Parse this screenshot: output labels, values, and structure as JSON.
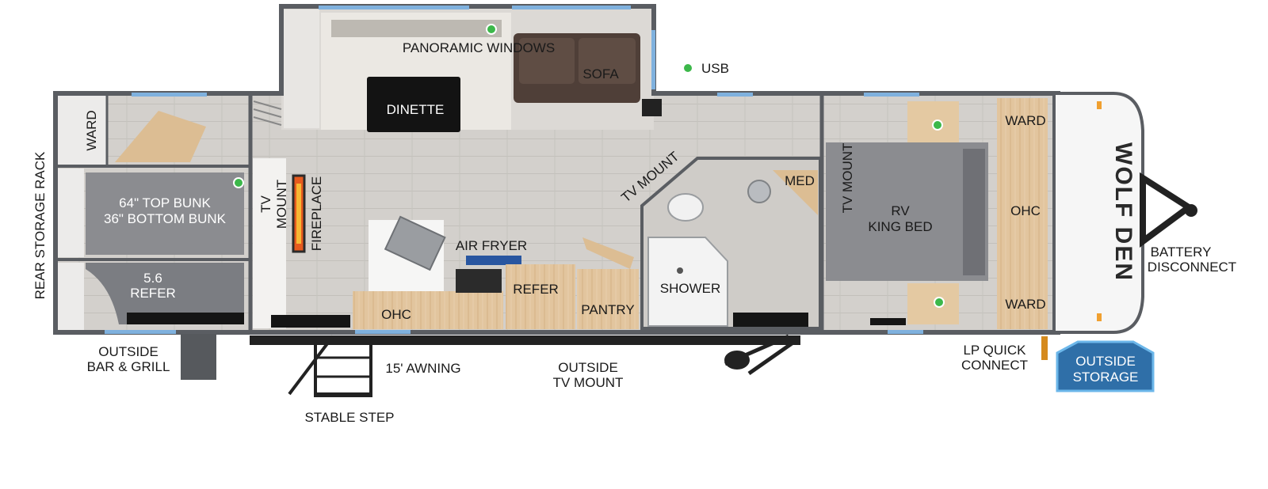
{
  "brand": {
    "logo_text": "WOLF DEN"
  },
  "legend": {
    "usb_label": "USB"
  },
  "colors": {
    "wall": "#5a5d62",
    "floor": "#d2cfcb",
    "gray_mattress": "#8b8c90",
    "wood": "#dfbe94",
    "outside_storage": "#2f6fa8",
    "usb_dot": "#3cb84a",
    "window": "#7fb1de"
  },
  "labels": {
    "panoramic_windows": "PANORAMIC WINDOWS",
    "sofa": "SOFA",
    "dinette": "DINETTE",
    "ward_rear": "WARD",
    "rear_storage_rack": "REAR STORAGE RACK",
    "bunk_top": "64\" TOP BUNK",
    "bunk_bottom": "36\" BOTTOM BUNK",
    "tv_mount_rear_1": "TV",
    "tv_mount_rear_2": "MOUNT",
    "fireplace": "FIREPLACE",
    "refer_small_1": "5.6",
    "refer_small_2": "REFER",
    "air_fryer": "AIR FRYER",
    "refer": "REFER",
    "pantry": "PANTRY",
    "ohc_kitchen": "OHC",
    "tv_mount_bath": "TV MOUNT",
    "med": "MED",
    "shower": "SHOWER",
    "tv_mount_bed": "TV MOUNT",
    "bed_1": "RV",
    "bed_2": "KING BED",
    "ward_top": "WARD",
    "ohc_bed": "OHC",
    "ward_bottom": "WARD",
    "battery_1": "BATTERY",
    "battery_2": "DISCONNECT",
    "outside_bar_1": "OUTSIDE",
    "outside_bar_2": "BAR & GRILL",
    "awning": "15' AWNING",
    "stable_step": "STABLE STEP",
    "outside_tv_1": "OUTSIDE",
    "outside_tv_2": "TV MOUNT",
    "lp_1": "LP QUICK",
    "lp_2": "CONNECT",
    "outside_storage_1": "OUTSIDE",
    "outside_storage_2": "STORAGE"
  }
}
